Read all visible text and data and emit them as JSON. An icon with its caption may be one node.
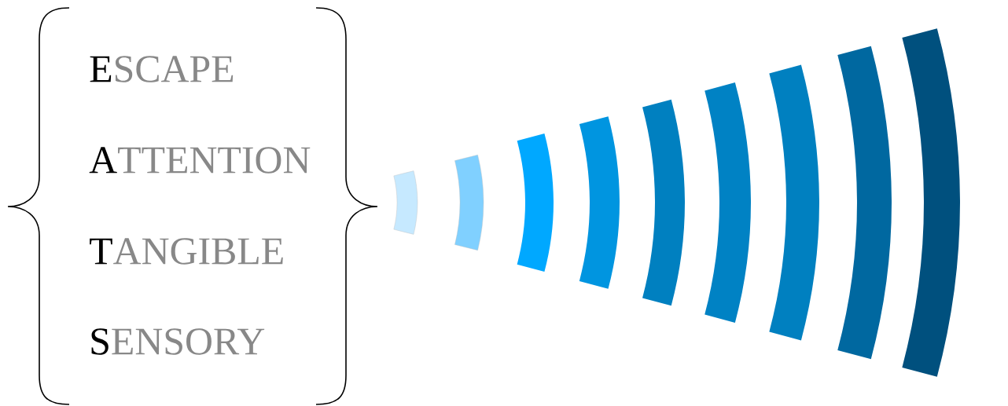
{
  "diagram": {
    "labels": [
      "**E**SCAPE",
      "**A**TTENTION",
      "**T**ANGIBLE",
      "**S**ENSORY"
    ]
  }
}
